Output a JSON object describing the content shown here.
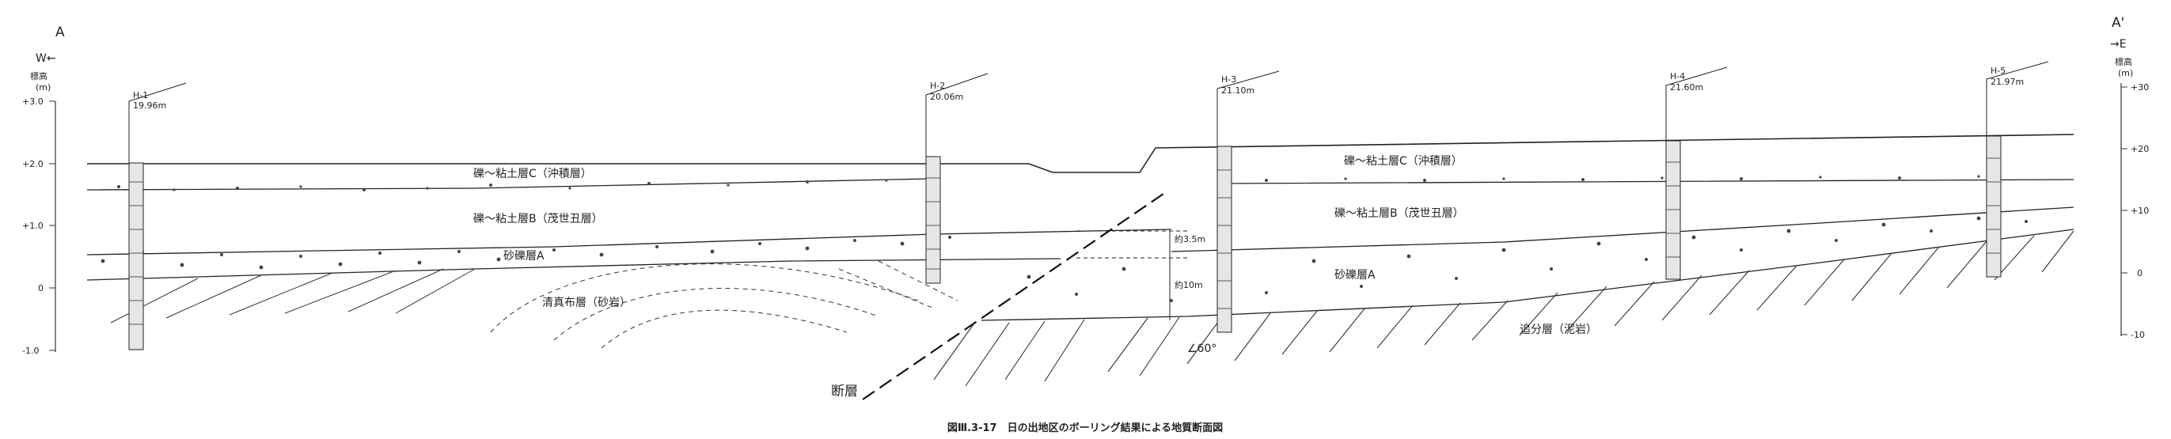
{
  "endpoints": {
    "left": {
      "label": "A",
      "direction": "W←"
    },
    "right": {
      "label": "A'",
      "direction": "→E"
    }
  },
  "axis": {
    "title": "標高",
    "unit": "(m)",
    "left_ticks": [
      "+3.0",
      "+2.0",
      "+1.0",
      "0",
      "-1.0"
    ],
    "right_ticks": [
      "+30",
      "+20",
      "+10",
      "0",
      "-10"
    ]
  },
  "boreholes": [
    {
      "name": "H-1",
      "elevation": "19.96m"
    },
    {
      "name": "H-2",
      "elevation": "20.06m"
    },
    {
      "name": "H-3",
      "elevation": "21.10m"
    },
    {
      "name": "H-4",
      "elevation": "21.60m"
    },
    {
      "name": "H-5",
      "elevation": "21.97m"
    }
  ],
  "layers": {
    "c_left": "礫～粘土層C（沖積層）",
    "c_right": "礫～粘土層C（沖積層）",
    "b_left": "礫～粘土層B（茂世丑層）",
    "b_right": "礫～粘土層B（茂世丑層）",
    "a_left": "砂礫層A",
    "a_right": "砂礫層A",
    "kiyomappu": "清真布層（砂岩）",
    "oiwake": "追分層（泥岩）"
  },
  "fault": {
    "label": "断層",
    "angle": "∠60°",
    "offset_upper": "約3.5m",
    "offset_lower": "約10m"
  },
  "caption": "図Ⅲ.3-17　日の出地区のボーリング結果による地質断面図"
}
